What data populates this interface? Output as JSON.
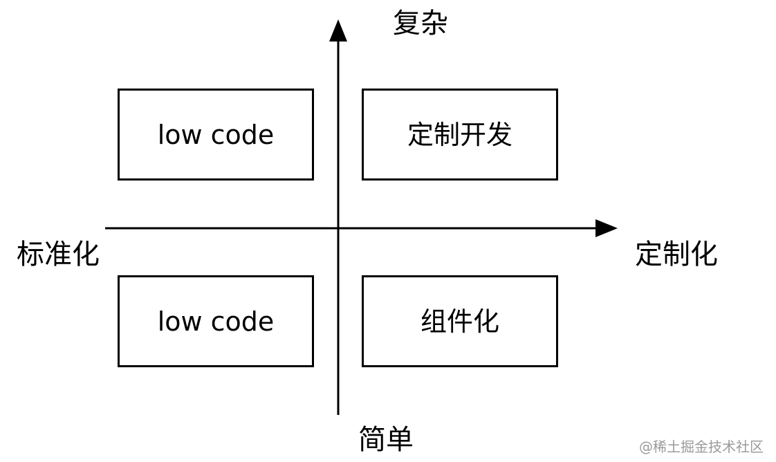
{
  "axes": {
    "top_label": "复杂",
    "bottom_label": "简单",
    "left_label": "标准化",
    "right_label": "定制化"
  },
  "quadrants": {
    "top_left": "low code",
    "top_right": "定制开发",
    "bottom_left": "low code",
    "bottom_right": "组件化"
  },
  "watermark": "@稀土掘金技术社区",
  "colors": {
    "line": "#000000",
    "text": "#000000",
    "watermark": "#9a9a9a",
    "background": "#ffffff"
  }
}
